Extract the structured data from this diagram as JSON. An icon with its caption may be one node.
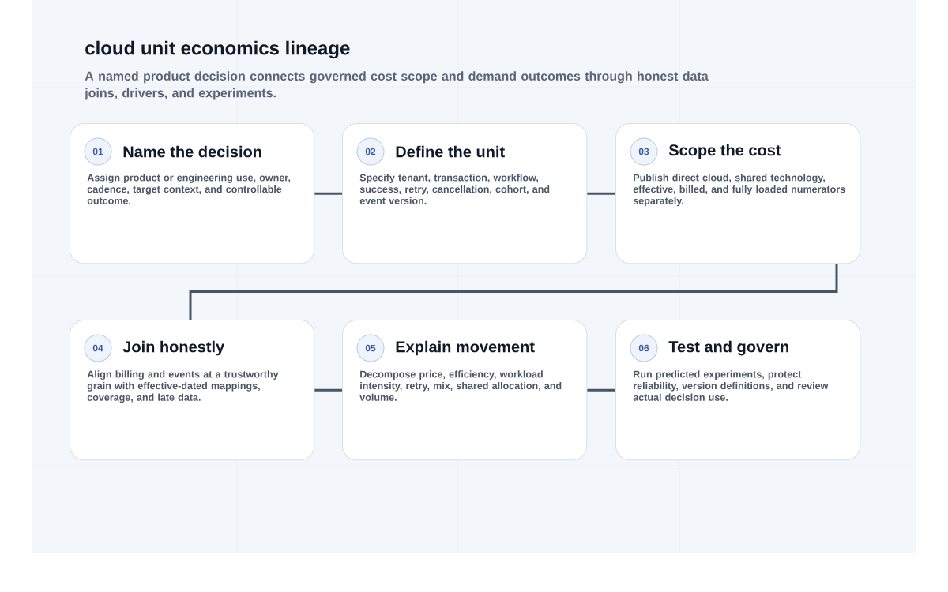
{
  "diagram": {
    "title": "cloud unit economics lineage",
    "caption": "A named product decision connects governed cost scope and demand outcomes through honest data joins, drivers, and experiments.",
    "nodes": [
      {
        "text": [
          "Name the decision",
          "Assign product or engineering use, owner, cadence, target context, and controllable outcome."
        ]
      },
      {
        "text": [
          "01"
        ],
        "in": 0
      },
      {
        "text": [
          "Define the unit",
          "Specify tenant, transaction, workflow, success, retry, cancellation, cohort, and event version."
        ]
      },
      {
        "text": [
          "02"
        ],
        "in": 2
      },
      {
        "text": [
          "Scope the cost",
          "Publish direct cloud, shared technology, effective, billed, and fully loaded numerators separately."
        ]
      },
      {
        "text": [
          "03"
        ],
        "in": 4
      },
      {
        "text": [
          "Join honestly",
          "Align billing and events at a trustworthy grain with effective-dated mappings, coverage, and late data."
        ]
      },
      {
        "text": [
          "04"
        ],
        "in": 6
      },
      {
        "text": [
          "Explain movement",
          "Decompose price, efficiency, workload intensity, retry, mix, shared allocation, and volume."
        ]
      },
      {
        "text": [
          "05"
        ],
        "in": 8
      },
      {
        "text": [
          "Test and govern",
          "Run predicted experiments, protect reliability, version definitions, and review actual decision use."
        ]
      },
      {
        "text": [
          "06"
        ],
        "in": 10
      }
    ],
    "edges": [
      {
        "from": 0,
        "to": 2,
        "arrow": "none"
      },
      {
        "from": 2,
        "to": 4,
        "arrow": "none"
      },
      {
        "from": 4,
        "to": 6,
        "arrow": "none"
      },
      {
        "from": 6,
        "to": 8,
        "arrow": "none"
      },
      {
        "from": 8,
        "to": 10,
        "arrow": "none"
      }
    ]
  }
}
